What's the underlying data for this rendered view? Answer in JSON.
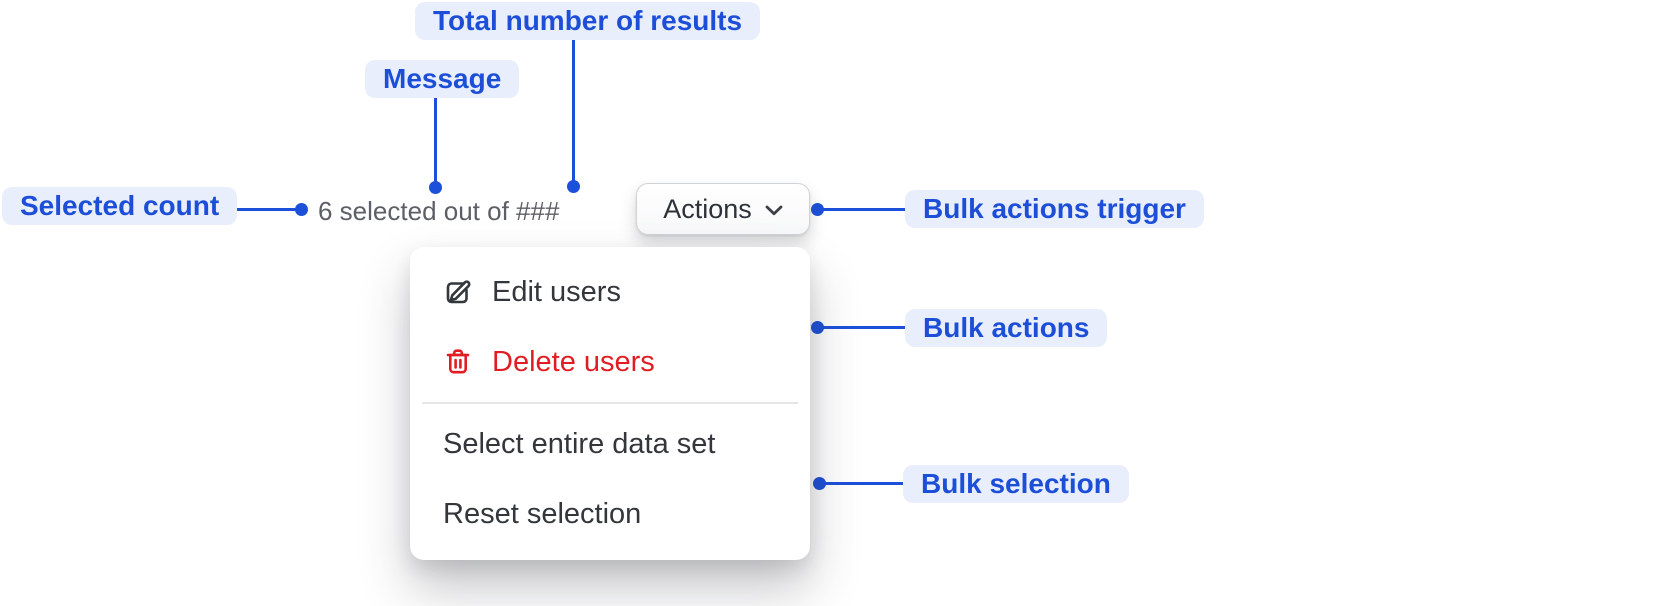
{
  "annotations": {
    "selected_count": "Selected count",
    "message": "Message",
    "total_results": "Total number of results",
    "bulk_actions_trigger": "Bulk actions trigger",
    "bulk_actions": "Bulk actions",
    "bulk_selection": "Bulk selection"
  },
  "bulk_bar": {
    "message_text": "6 selected out of ###",
    "trigger": {
      "label": "Actions",
      "icon": "chevron-down-icon"
    }
  },
  "menu": {
    "items": [
      {
        "label": "Edit users",
        "icon": "edit-icon",
        "tone": "default"
      },
      {
        "label": "Delete users",
        "icon": "trash-icon",
        "tone": "critical"
      },
      {
        "label": "Select entire data set",
        "icon": null,
        "tone": "default"
      },
      {
        "label": "Reset selection",
        "icon": null,
        "tone": "default"
      }
    ]
  },
  "colors": {
    "annotation_text": "#1c4ed8",
    "annotation_bg": "#e9eefc",
    "connector": "#1d50da",
    "message_text": "#5c5f66",
    "menu_item_text": "#33363b",
    "critical": "#e11d23",
    "surface": "#ffffff",
    "divider": "#e5e6e9"
  }
}
